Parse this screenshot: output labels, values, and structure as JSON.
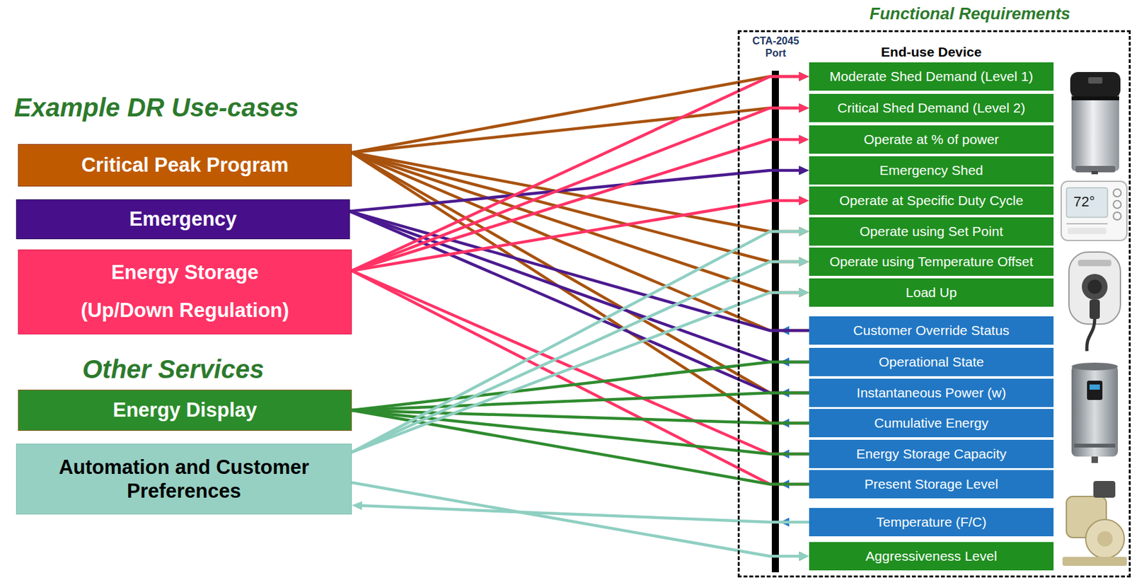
{
  "diagram": {
    "nodes": [
      {
        "text": [
          "Critical Peak Program"
        ]
      },
      {
        "text": [
          "Emergency"
        ]
      },
      {
        "text": [
          "Energy Storage (Up/Down Regulation)"
        ]
      },
      {
        "text": [
          "Energy Display"
        ]
      },
      {
        "text": [
          "Automation and Customer Preferences"
        ]
      },
      {
        "text": [
          "Functional Requirements"
        ]
      },
      {
        "text": [
          "Moderate Shed Demand (Level 1)"
        ],
        "in": 5
      },
      {
        "text": [
          "Critical Shed Demand (Level 2)"
        ],
        "in": 5
      },
      {
        "text": [
          "Operate at % of power"
        ],
        "in": 5
      },
      {
        "text": [
          "Emergency Shed"
        ],
        "in": 5
      },
      {
        "text": [
          "Operate at Specific Duty Cycle"
        ],
        "in": 5
      },
      {
        "text": [
          "Operate using Set Point"
        ],
        "in": 5
      },
      {
        "text": [
          "Operate using Temperature Offset"
        ],
        "in": 5
      },
      {
        "text": [
          "Load Up"
        ],
        "in": 5
      },
      {
        "text": [
          "Customer Override Status"
        ],
        "in": 5
      },
      {
        "text": [
          "Operational State"
        ],
        "in": 5
      },
      {
        "text": [
          "Instantaneous Power (w)"
        ],
        "in": 5
      },
      {
        "text": [
          "Cumulative Energy"
        ],
        "in": 5
      },
      {
        "text": [
          "Energy Storage Capacity"
        ],
        "in": 5
      },
      {
        "text": [
          "Present Storage Level"
        ],
        "in": 5
      },
      {
        "text": [
          "Temperature (F/C)"
        ],
        "in": 5
      },
      {
        "text": [
          "Aggressiveness Level"
        ],
        "in": 5
      }
    ],
    "edges": [
      {
        "from": 0,
        "to": 6,
        "arrow": "to"
      },
      {
        "from": 0,
        "to": 7,
        "arrow": "to"
      },
      {
        "from": 0,
        "to": 11,
        "arrow": "to"
      },
      {
        "from": 0,
        "to": 12,
        "arrow": "to"
      },
      {
        "from": 0,
        "to": 13,
        "arrow": "to"
      },
      {
        "from": 0,
        "to": 14,
        "arrow": "none"
      },
      {
        "from": 0,
        "to": 16,
        "arrow": "none"
      },
      {
        "from": 0,
        "to": 17,
        "arrow": "none"
      },
      {
        "from": 1,
        "to": 9,
        "arrow": "to"
      },
      {
        "from": 1,
        "to": 14,
        "arrow": "none"
      },
      {
        "from": 1,
        "to": 15,
        "arrow": "none"
      },
      {
        "from": 1,
        "to": 16,
        "arrow": "none"
      },
      {
        "from": 2,
        "to": 6,
        "arrow": "to"
      },
      {
        "from": 2,
        "to": 7,
        "arrow": "to"
      },
      {
        "from": 2,
        "to": 8,
        "arrow": "to"
      },
      {
        "from": 2,
        "to": 10,
        "arrow": "to"
      },
      {
        "from": 2,
        "to": 18,
        "arrow": "none"
      },
      {
        "from": 2,
        "to": 19,
        "arrow": "none"
      },
      {
        "from": 3,
        "to": 15,
        "arrow": "none"
      },
      {
        "from": 3,
        "to": 16,
        "arrow": "none"
      },
      {
        "from": 3,
        "to": 17,
        "arrow": "none"
      },
      {
        "from": 3,
        "to": 18,
        "arrow": "none"
      },
      {
        "from": 3,
        "to": 19,
        "arrow": "none"
      },
      {
        "from": 4,
        "to": 11,
        "arrow": "to"
      },
      {
        "from": 4,
        "to": 12,
        "arrow": "to"
      },
      {
        "from": 4,
        "to": 13,
        "arrow": "to"
      },
      {
        "from": 20,
        "to": 4,
        "arrow": "to"
      },
      {
        "from": 4,
        "to": 21,
        "arrow": "to"
      }
    ],
    "labels": [
      "Example DR Use-cases",
      "Other Services",
      "CTA-2045 Port",
      "End-use Device",
      "72°"
    ]
  }
}
